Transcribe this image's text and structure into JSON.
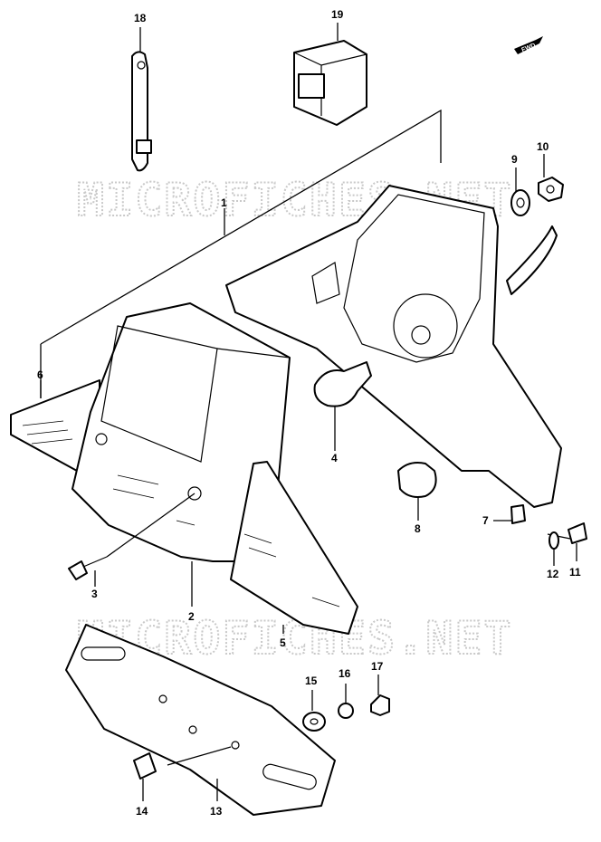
{
  "watermark": "MICROFICHES.NET",
  "fwd_label": "FWD",
  "labels": {
    "p1": "1",
    "p2": "2",
    "p3": "3",
    "p4": "4",
    "p5": "5",
    "p6": "6",
    "p7": "7",
    "p8": "8",
    "p9": "9",
    "p10": "10",
    "p11": "11",
    "p12": "12",
    "p13": "13",
    "p14": "14",
    "p15": "15",
    "p16": "16",
    "p17": "17",
    "p18": "18",
    "p19": "19"
  }
}
